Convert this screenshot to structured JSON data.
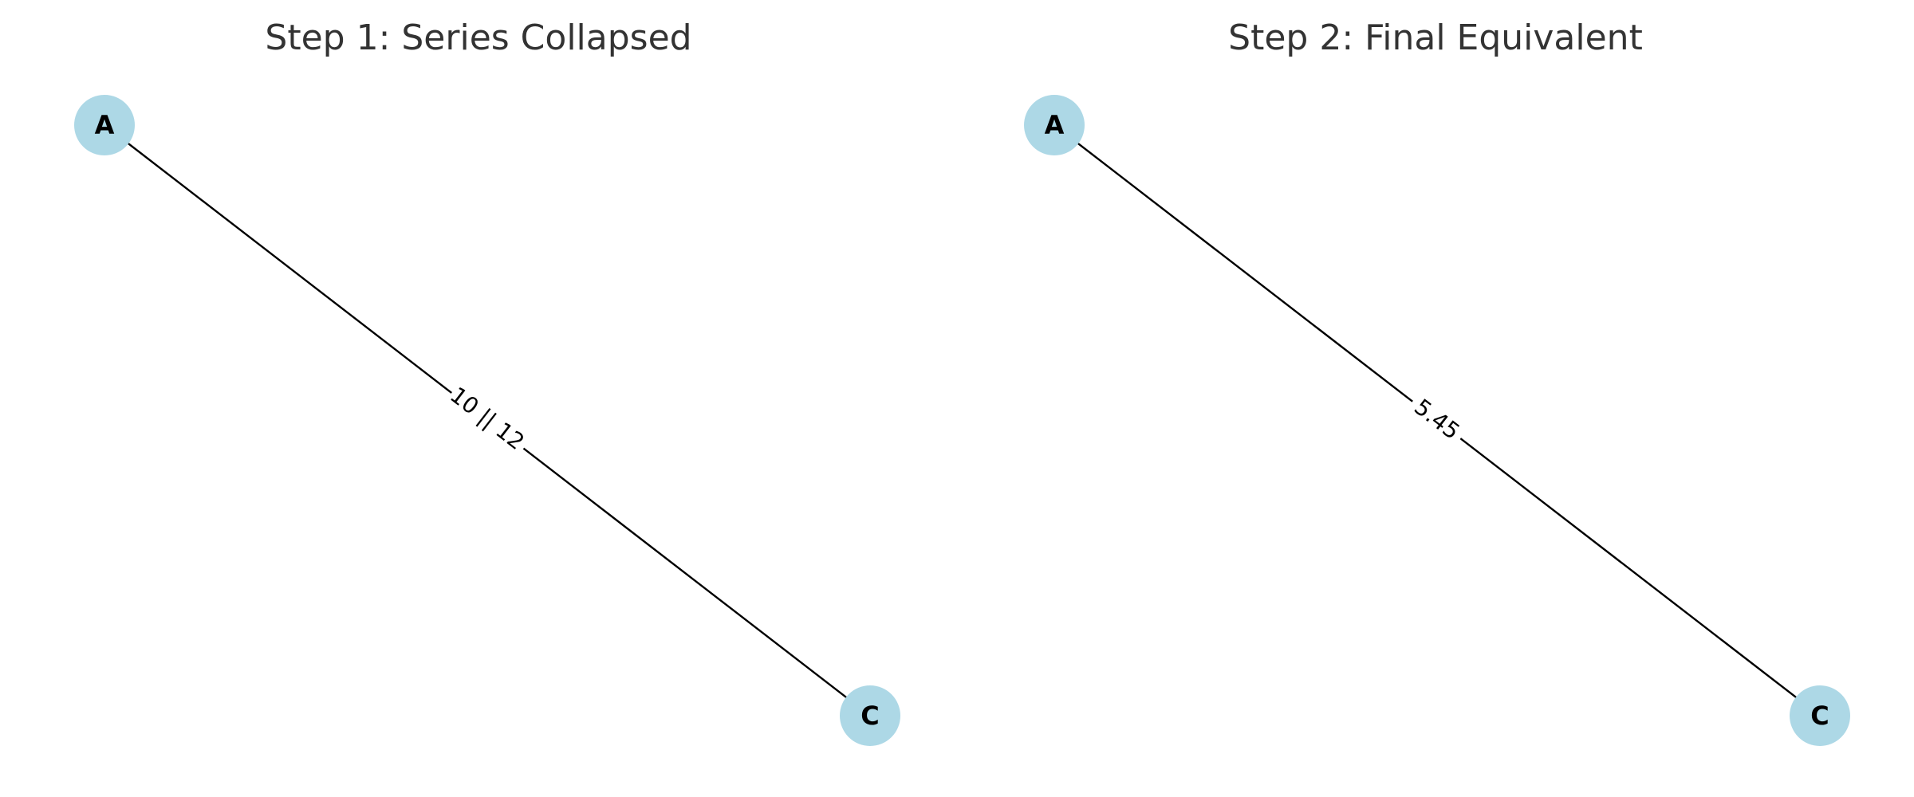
{
  "colors": {
    "node_fill": "#add8e6",
    "edge_stroke": "#000000",
    "title_text": "#333333",
    "label_text": "#000000"
  },
  "panels": [
    {
      "title": "Step 1: Series Collapsed",
      "nodes": [
        {
          "id": "A",
          "label": "A"
        },
        {
          "id": "C",
          "label": "C"
        }
      ],
      "edges": [
        {
          "from": "A",
          "to": "C",
          "label": "10 || 12"
        }
      ]
    },
    {
      "title": "Step 2: Final Equivalent",
      "nodes": [
        {
          "id": "A",
          "label": "A"
        },
        {
          "id": "C",
          "label": "C"
        }
      ],
      "edges": [
        {
          "from": "A",
          "to": "C",
          "label": "5.45"
        }
      ]
    }
  ]
}
